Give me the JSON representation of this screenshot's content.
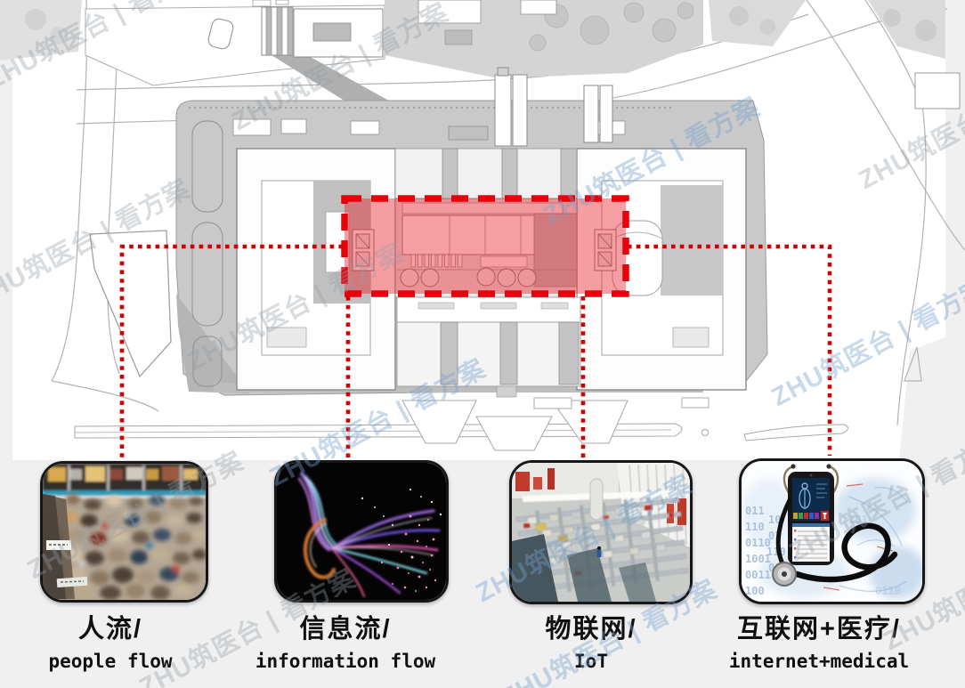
{
  "slide": {
    "background": "#f0f0f0",
    "plan_background": "#ffffff"
  },
  "watermark": {
    "text": "ZHU筑医台 | 看方案"
  },
  "plan": {
    "label": "hospital master plan with highlighted central medical street",
    "highlight_color": "#e8000b",
    "highlight_fill": "rgba(235,25,35,0.42)",
    "connector_color": "#d40000"
  },
  "items": [
    {
      "zh": "人流/",
      "en": "people flow",
      "photo": "crowded-mall-people-flow"
    },
    {
      "zh": "信息流/",
      "en": "information flow",
      "photo": "fiber-optic-light-streams"
    },
    {
      "zh": "物联网/",
      "en": "IoT",
      "photo": "automated-factory-floor"
    },
    {
      "zh": "互联网+医疗/",
      "en": "internet+medical",
      "photo": "smartphone-with-stethoscope"
    }
  ]
}
